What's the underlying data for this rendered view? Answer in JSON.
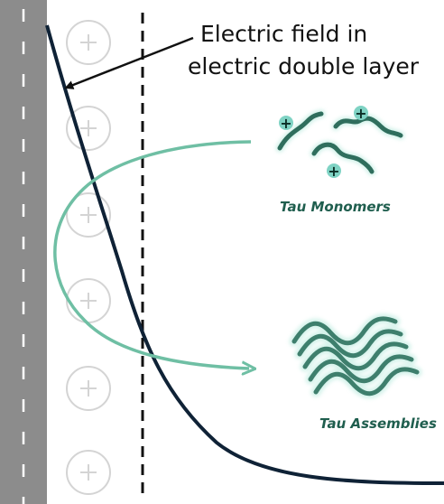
{
  "labels": {
    "field_line1": "Electric field in",
    "field_line2": "electric double layer",
    "monomers": "Tau Monomers",
    "assemblies": "Tau Assemblies"
  },
  "symbols": {
    "plus": "+"
  },
  "colors": {
    "electrode": "#8c8c8c",
    "electrode_dash": "#ffffff",
    "field_curve": "#0f2236",
    "boundary": "#111111",
    "arrow_teal": "#6fbfa4",
    "monomer_body": "#2f6e5d",
    "monomer_glow": "#a9e5d6",
    "label_text": "#1f5e4e",
    "ion_ring": "#d4d4d4"
  },
  "icons": [
    "electrode",
    "positive-ion-icon",
    "field-curve",
    "double-layer-boundary",
    "transition-arrow",
    "tau-monomer-icon",
    "tau-assembly-icon"
  ]
}
